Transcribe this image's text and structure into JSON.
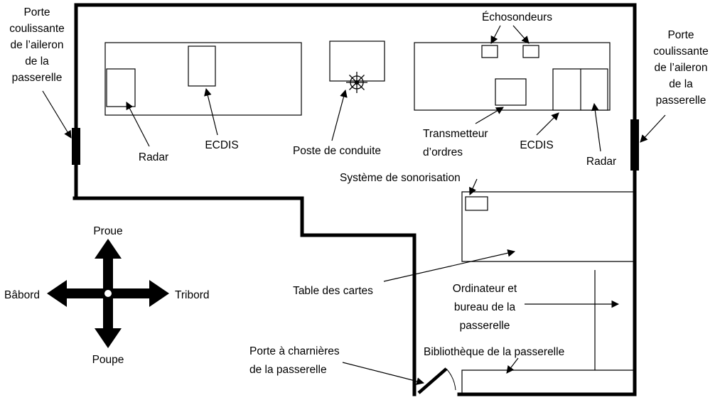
{
  "diagram": {
    "labels": {
      "porte_aileron_left": "Porte\ncoulissante\nde l’aileron\nde la\npasserelle",
      "porte_aileron_right": "Porte\ncoulissante\nde l’aileron\nde la\npasserelle",
      "echosondeurs": "Échosondeurs",
      "radar_left": "Radar",
      "ecdis_left": "ECDIS",
      "poste_de_conduite": "Poste de conduite",
      "transmetteur_ordres": "Transmetteur\nd’ordres",
      "ecdis_right": "ECDIS",
      "radar_right": "Radar",
      "systeme_sonorisation": "Système de sonorisation",
      "table_des_cartes": "Table des cartes",
      "ordinateur_bureau": "Ordinateur et\nbureau de la\npasserelle",
      "bibliotheque": "Bibliothèque de la passerelle",
      "porte_charnieres": "Porte à charnières\nde la passerelle"
    },
    "compass": {
      "proue": "Proue",
      "poupe": "Poupe",
      "babord": "Bâbord",
      "tribord": "Tribord"
    },
    "colors": {
      "line": "#000000",
      "background": "#ffffff"
    }
  }
}
